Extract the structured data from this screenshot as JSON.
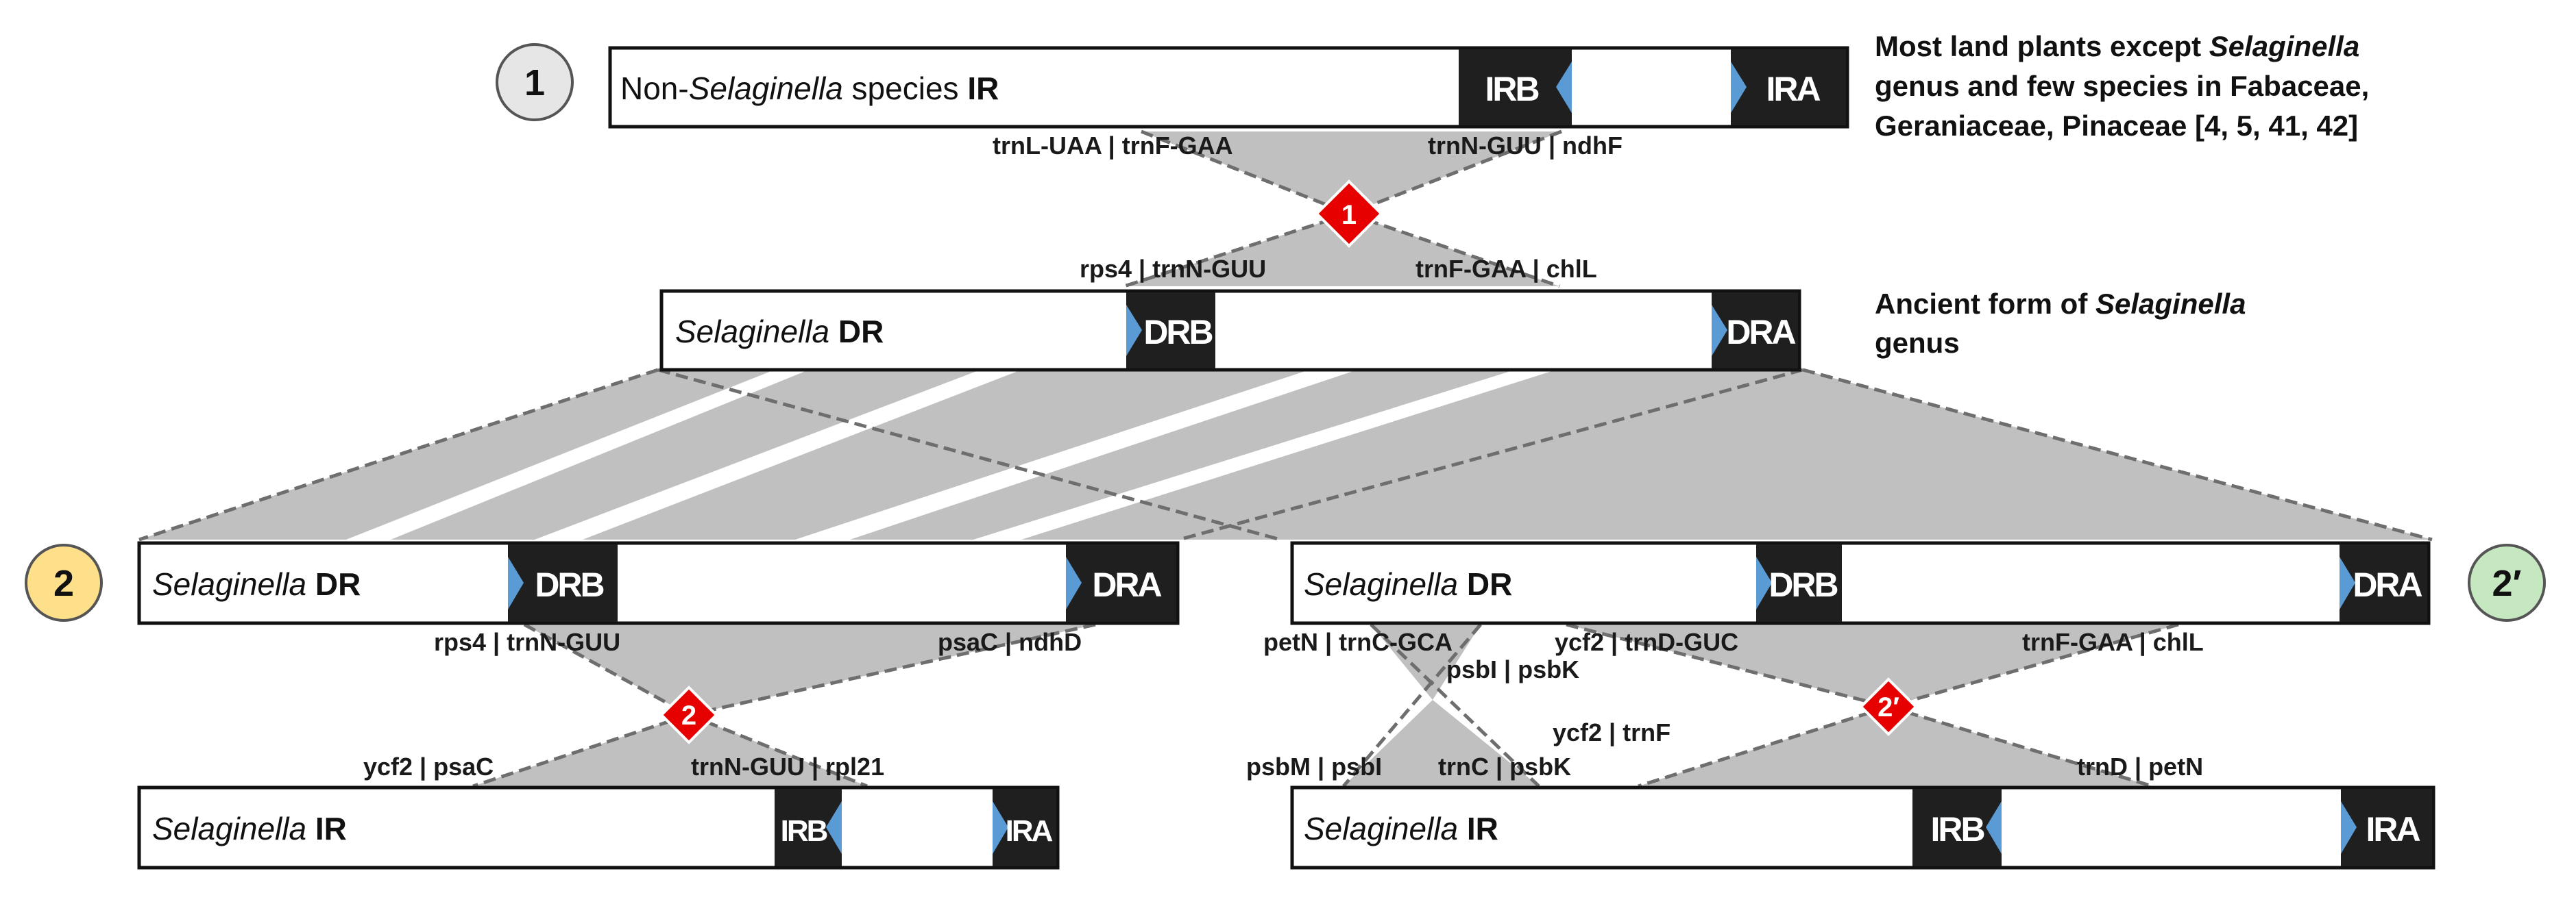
{
  "bars": {
    "top": {
      "prefix": "Non-",
      "genus": "Selaginella",
      "mid": " species ",
      "suffix": "IR",
      "segA": "IRB",
      "segB": "IRA"
    },
    "ancient": {
      "genus": "Selaginella",
      "suffix": " DR",
      "segA": "DRB",
      "segB": "DRA"
    },
    "left_dr": {
      "genus": "Selaginella",
      "suffix": " DR",
      "segA": "DRB",
      "segB": "DRA"
    },
    "right_dr": {
      "genus": "Selaginella",
      "suffix": " DR",
      "segA": "DRB",
      "segB": "DRA"
    },
    "left_ir": {
      "genus": "Selaginella",
      "suffix": " IR",
      "segA": "IRB",
      "segB": "IRA"
    },
    "right_ir": {
      "genus": "Selaginella",
      "suffix": " IR",
      "segA": "IRB",
      "segB": "IRA"
    }
  },
  "circles": {
    "c1": "1",
    "c2": "2",
    "c2p": "2′"
  },
  "diamonds": {
    "d1": "1",
    "d2": "2",
    "d2p": "2′"
  },
  "notes": {
    "top": {
      "line1_pre": "Most land plants except ",
      "line1_italic": "Selaginella",
      "line2": "genus and few species in Fabaceae,",
      "line3": "Geraniaceae, Pinaceae [4, 5, 41, 42]"
    },
    "ancient": {
      "line1_pre": "Ancient form of ",
      "line1_italic": "Selaginella",
      "line2": "genus"
    }
  },
  "genes": {
    "g1": "trnL-UAA | trnF-GAA",
    "g2": "trnN-GUU | ndhF",
    "g3": "rps4 | trnN-GUU",
    "g4": "trnF-GAA | chlL",
    "g5": "rps4 | trnN-GUU",
    "g6": "psaC | ndhD",
    "g7": "ycf2 | psaC",
    "g8": "trnN-GUU | rpl21",
    "g9": "petN | trnC-GCA",
    "g10": "psbI | psbK",
    "g11": "ycf2 | trnD-GUC",
    "g12": "trnF-GAA | chlL",
    "g13": "ycf2 | trnF",
    "g14": "psbM | psbI",
    "g15": "trnC | psbK",
    "g16": "trnD | petN"
  },
  "colors": {
    "segment_fill": "#1f1f1f",
    "arrow": "#5b9bd5",
    "shading": "#c0c0c0",
    "diamond": "#e60000",
    "circle_1": "#e6e6e6",
    "circle_2": "#ffe08a",
    "circle_2p": "#c6e8c0"
  }
}
